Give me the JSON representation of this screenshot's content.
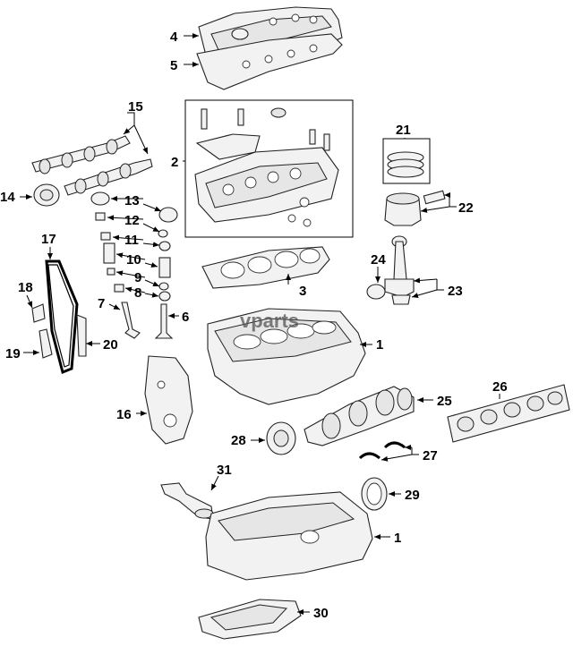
{
  "watermark": {
    "text": "vparts"
  },
  "callouts": {
    "c1a": "1",
    "c1b": "1",
    "c2": "2",
    "c3": "3",
    "c4": "4",
    "c5": "5",
    "c6": "6",
    "c7": "7",
    "c8": "8",
    "c9": "9",
    "c10": "10",
    "c11": "11",
    "c12": "12",
    "c13": "13",
    "c14": "14",
    "c15": "15",
    "c16": "16",
    "c17": "17",
    "c18": "18",
    "c19": "19",
    "c20": "20",
    "c21": "21",
    "c22": "22",
    "c23": "23",
    "c24": "24",
    "c25": "25",
    "c26": "26",
    "c27": "27",
    "c28": "28",
    "c29": "29",
    "c30": "30",
    "c31": "31"
  }
}
